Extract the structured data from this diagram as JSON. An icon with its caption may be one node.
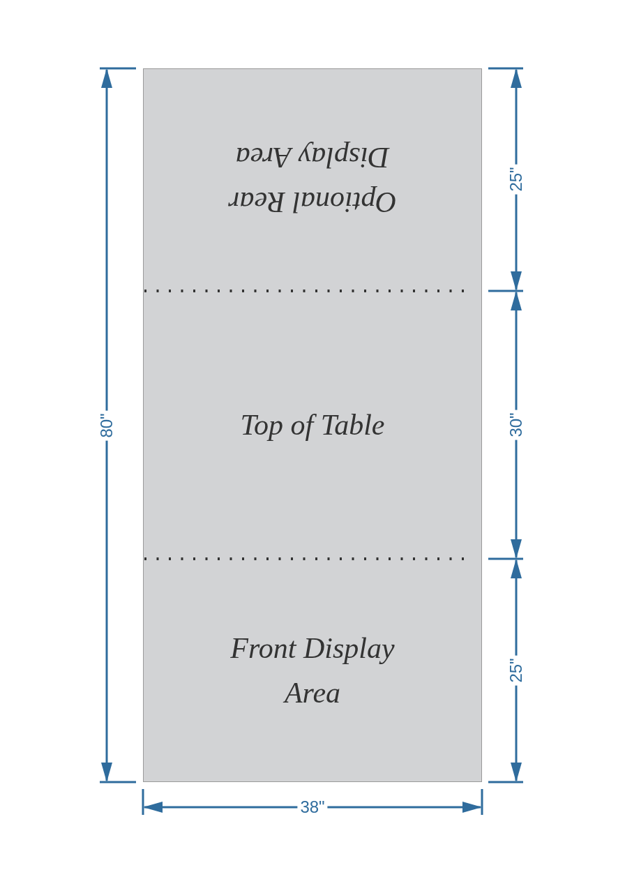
{
  "diagram": {
    "nodes": [
      {
        "text": [
          "Optional Rear Display Area"
        ]
      },
      {
        "text": [
          "Top of Table"
        ]
      },
      {
        "text": [
          "Front Display Area"
        ]
      }
    ],
    "labels": [
      "80\"",
      "25\"",
      "30\"",
      "25\"",
      "38\""
    ]
  }
}
